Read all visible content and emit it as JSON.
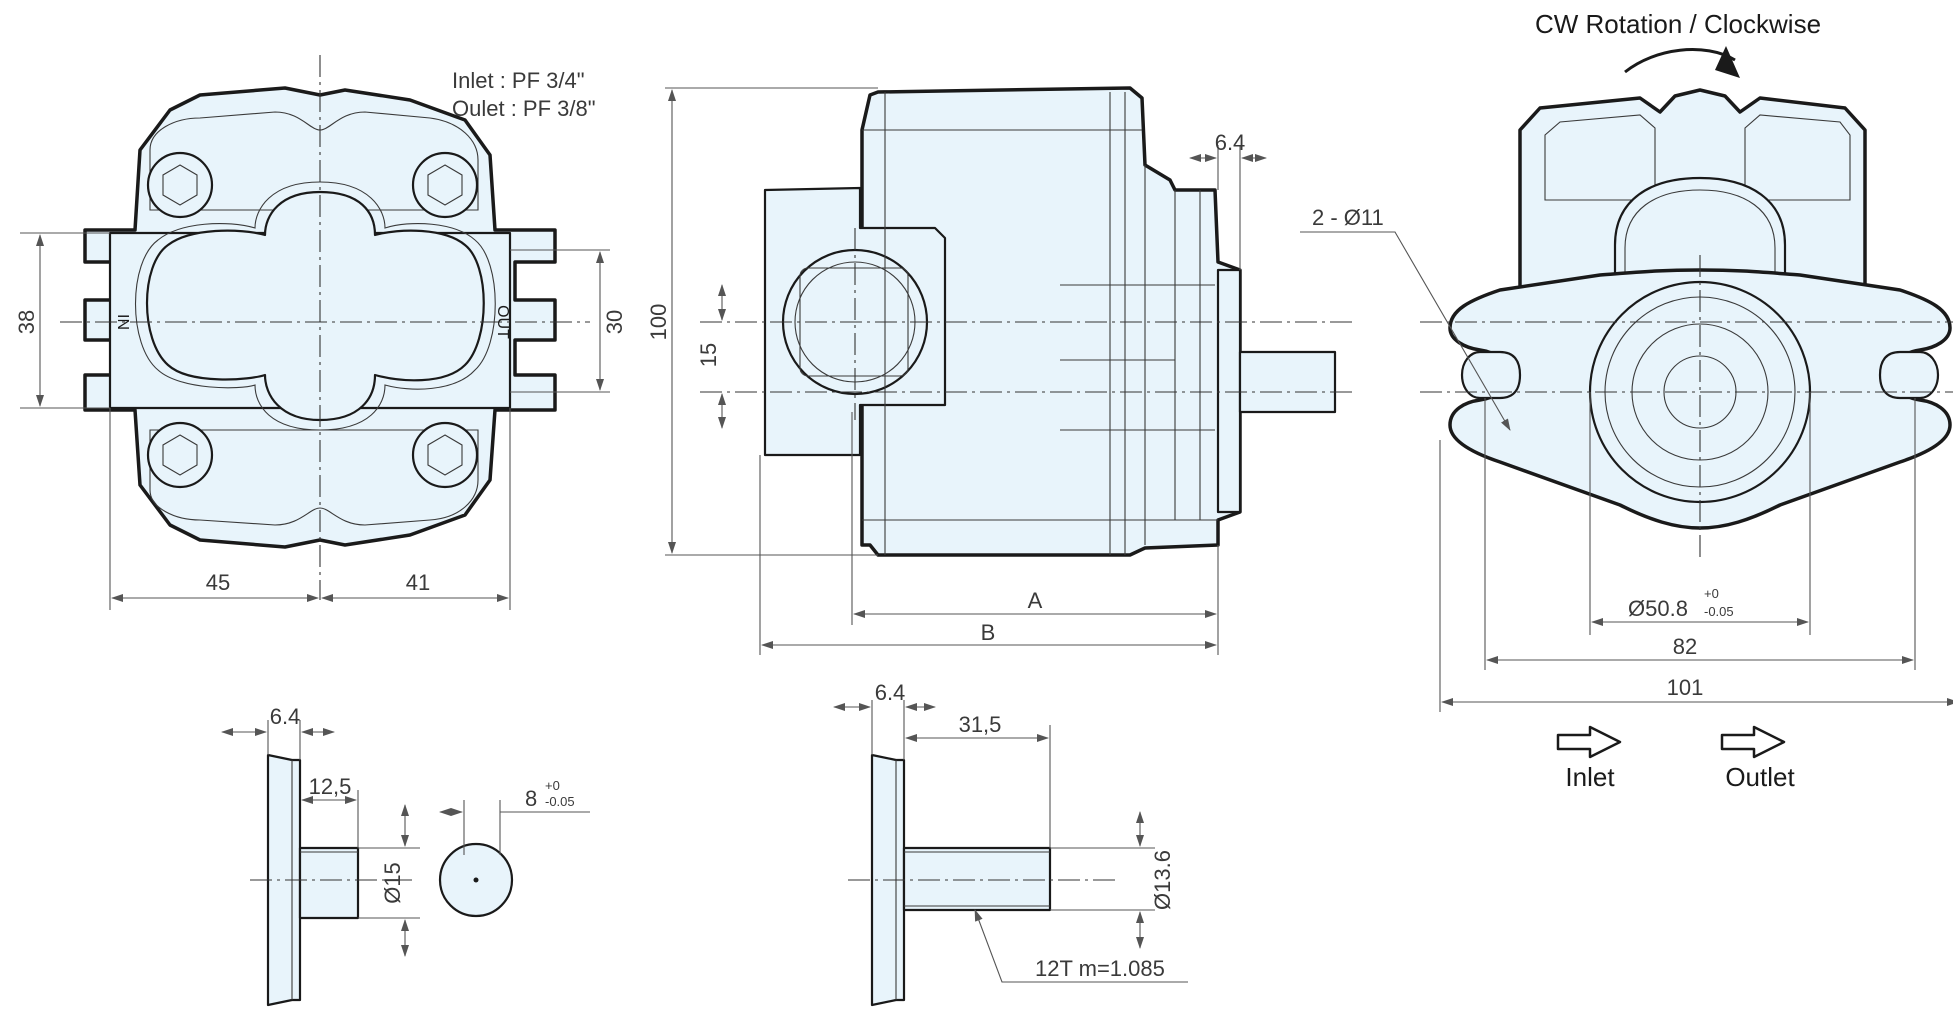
{
  "ports": {
    "inlet_spec": "Inlet : PF 3/4\"",
    "outlet_spec": "Oulet : PF 3/8\"",
    "tag_in": "IN",
    "tag_out": "OUT"
  },
  "front_view": {
    "dim_height_left": "38",
    "dim_height_right": "30",
    "dim_width_left": "45",
    "dim_width_right": "41"
  },
  "side_view": {
    "dim_overall_height": "100",
    "dim_port_offset": "15",
    "dim_flange": "6.4",
    "dim_a": "A",
    "dim_b": "B"
  },
  "rear_view": {
    "rotation_label": "CW Rotation / Clockwise",
    "mount_holes": "2 - Ø11",
    "pilot_dia": "Ø50.8",
    "pilot_tol_upper": "+0",
    "pilot_tol_lower": "-0.05",
    "dim_bolt_spacing": "82",
    "dim_overall_width": "101"
  },
  "legend": {
    "inlet": "Inlet",
    "outlet": "Outlet"
  },
  "shaft_keyed": {
    "dim_flange": "6.4",
    "dim_length": "12,5",
    "dim_dia": "Ø15",
    "dim_key": "8",
    "key_tol_upper": "+0",
    "key_tol_lower": "-0.05"
  },
  "shaft_splined": {
    "dim_flange": "6.4",
    "dim_length": "31,5",
    "dim_dia": "Ø13.6",
    "spline_spec": "12T  m=1.085"
  }
}
